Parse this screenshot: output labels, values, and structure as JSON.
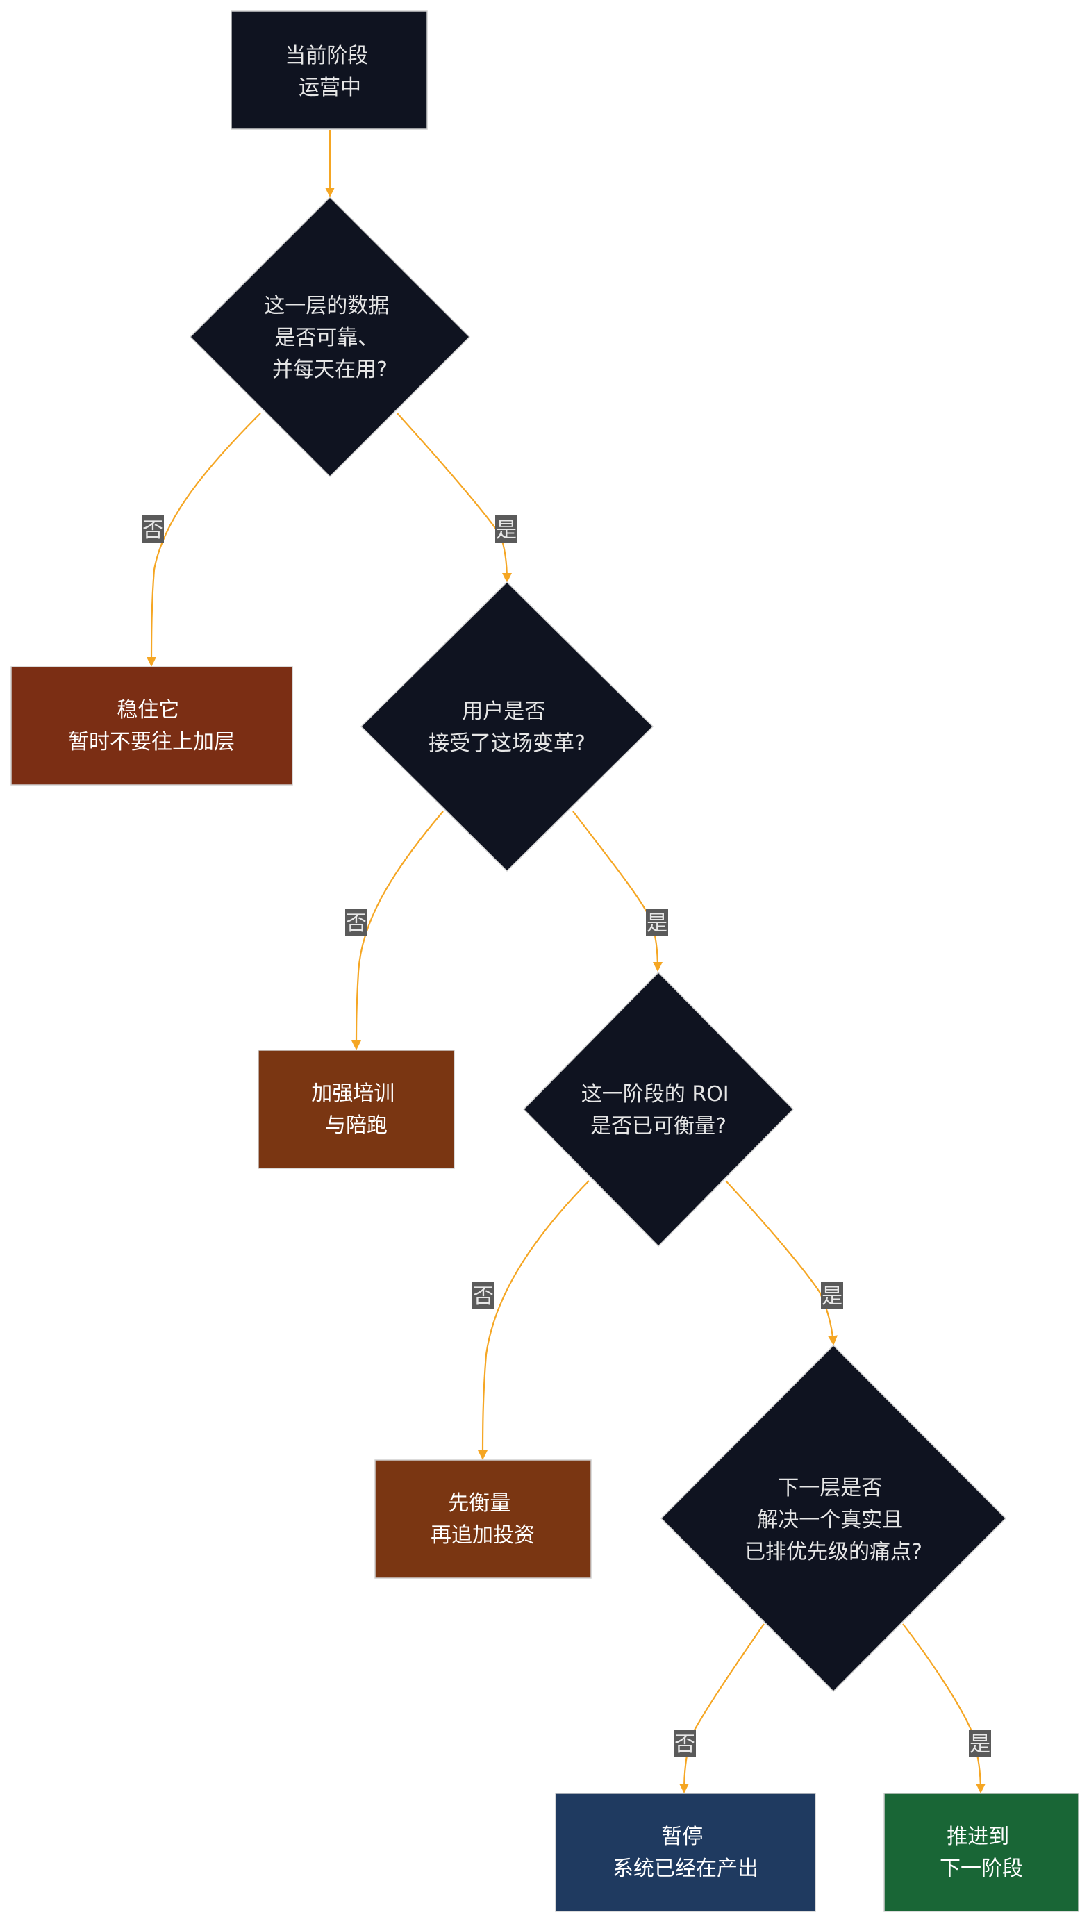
{
  "nodes": {
    "start": {
      "lines": [
        "当前阶段",
        "运营中"
      ],
      "fill": "#0f1320",
      "text_color": "#e6e6e6"
    },
    "q_data": {
      "lines": [
        "这一层的数据",
        "是否可靠、",
        "并每天在用?"
      ],
      "fill": "#0f1320",
      "text_color": "#e6e6e6"
    },
    "stabilize": {
      "lines": [
        "稳住它",
        "暂时不要往上加层"
      ],
      "fill": "#7b2e14",
      "text_color": "#ffffff"
    },
    "q_adopt": {
      "lines": [
        "用户是否",
        "接受了这场变革?"
      ],
      "fill": "#0f1320",
      "text_color": "#e6e6e6"
    },
    "training": {
      "lines": [
        "加强培训",
        "与陪跑"
      ],
      "fill": "#7a3612",
      "text_color": "#ffffff"
    },
    "q_roi": {
      "lines": [
        "这一阶段的 ROI",
        "是否已可衡量?"
      ],
      "fill": "#0f1320",
      "text_color": "#e6e6e6"
    },
    "measure": {
      "lines": [
        "先衡量",
        "再追加投资"
      ],
      "fill": "#7a3612",
      "text_color": "#ffffff"
    },
    "q_next": {
      "lines": [
        "下一层是否",
        "解决一个真实且",
        "已排优先级的痛点?"
      ],
      "fill": "#0f1320",
      "text_color": "#e6e6e6"
    },
    "pause": {
      "lines": [
        "暂停",
        "系统已经在产出"
      ],
      "fill": "#1f3a60",
      "text_color": "#ffffff"
    },
    "advance": {
      "lines": [
        "推进到",
        "下一阶段"
      ],
      "fill": "#196636",
      "text_color": "#ffffff"
    }
  },
  "edge_labels": {
    "yes": "是",
    "no": "否"
  },
  "colors": {
    "edge": "#f5a623",
    "label_bg": "#5a5a5a",
    "label_text": "#e8e8e8",
    "node_border": "#cfcfcf"
  }
}
